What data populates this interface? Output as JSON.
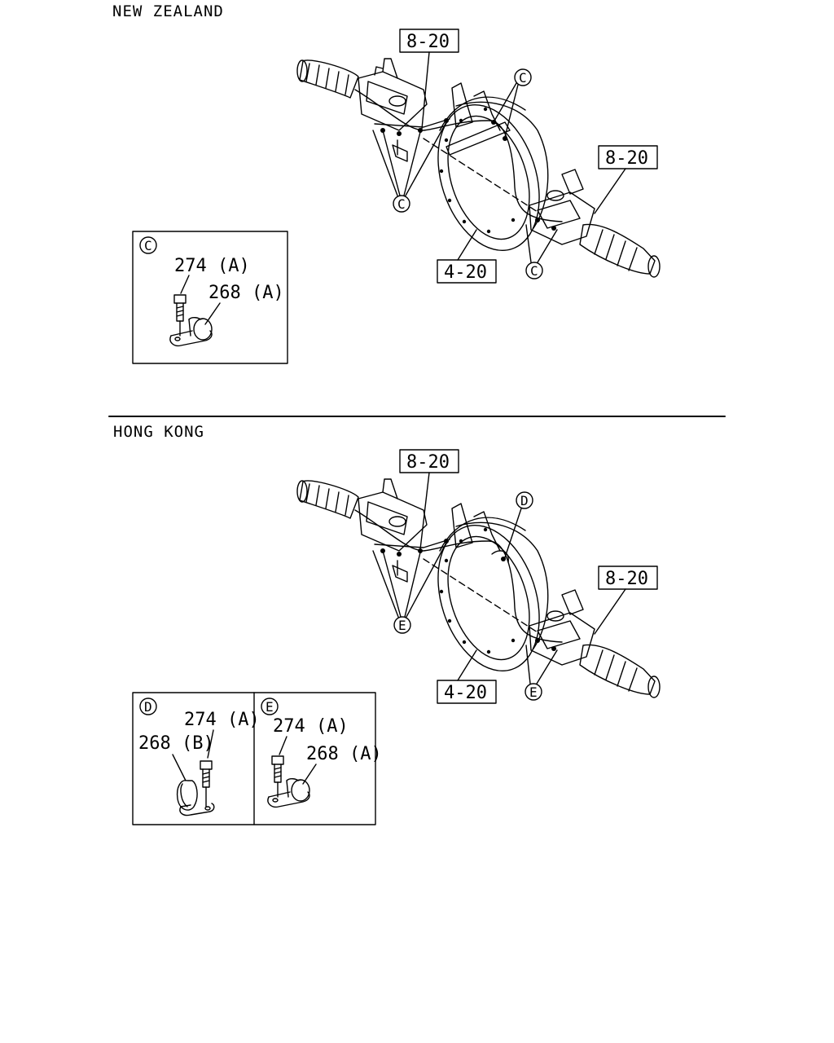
{
  "sections": {
    "nz": {
      "title": "NEW ZEALAND",
      "refs": [
        "8-20",
        "8-20",
        "4-20"
      ],
      "callouts": [
        "C",
        "C",
        "C"
      ],
      "detail_c": {
        "letter": "C",
        "bolt": "274 (A)",
        "clip": "268 (A)"
      }
    },
    "hk": {
      "title": "HONG KONG",
      "refs": [
        "8-20",
        "8-20",
        "4-20"
      ],
      "callouts": [
        "D",
        "E",
        "E"
      ],
      "detail_d": {
        "letter": "D",
        "bolt": "274 (A)",
        "clip": "268 (B)"
      },
      "detail_e": {
        "letter": "E",
        "bolt": "274 (A)",
        "clip": "268 (A)"
      }
    }
  },
  "icons": {
    "axle": "rear-axle-housing-drawing",
    "bolt": "bolt-icon",
    "clip": "clip-icon"
  }
}
